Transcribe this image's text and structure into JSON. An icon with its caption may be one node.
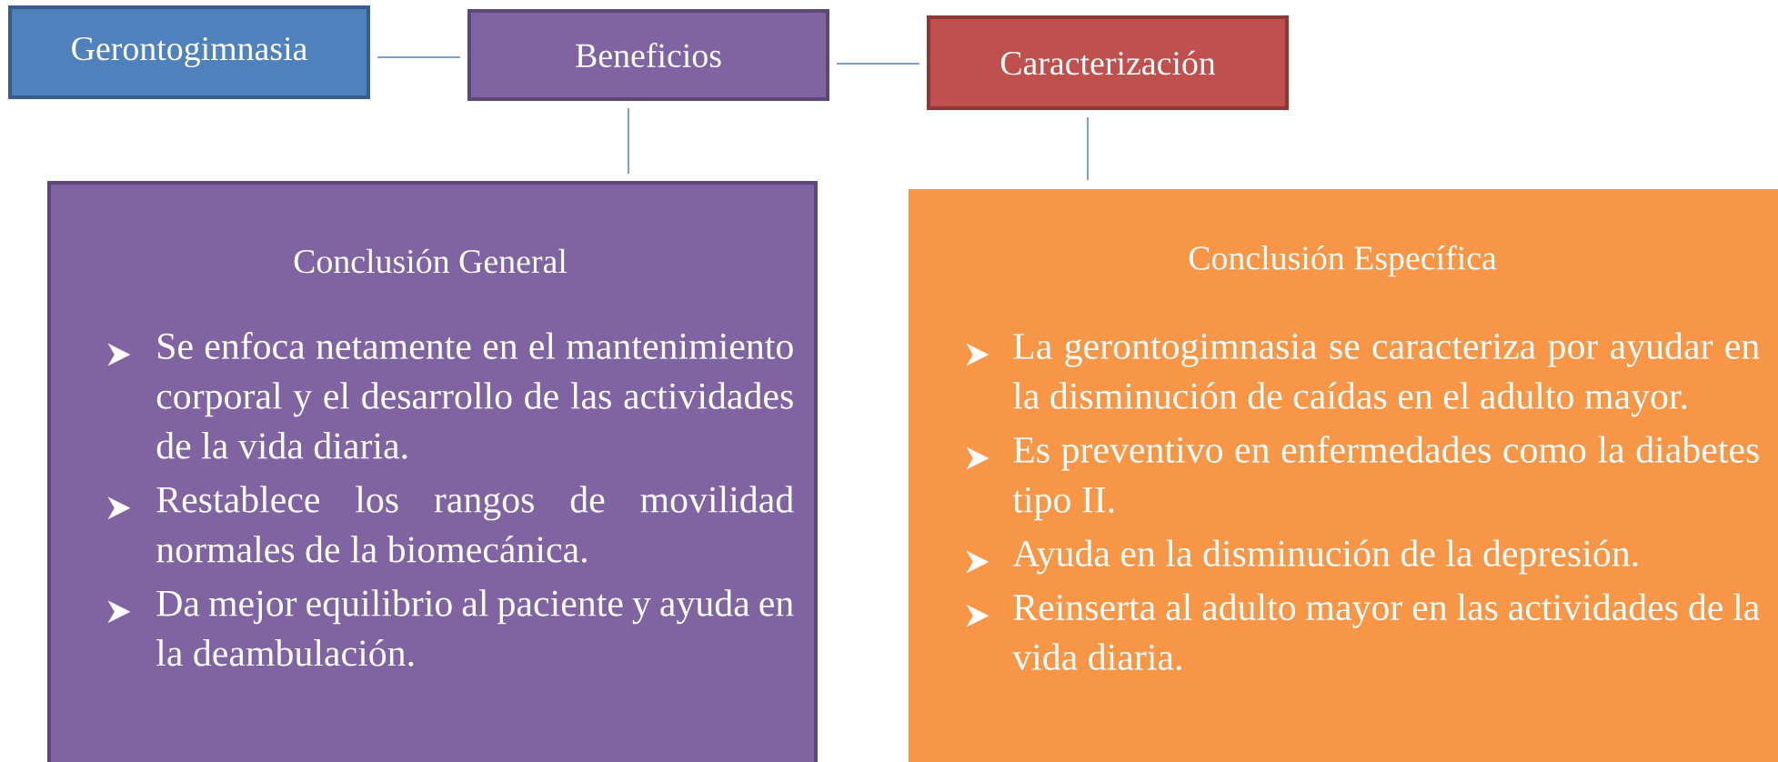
{
  "diagram": {
    "nodes": [
      {
        "text": [
          "Gerontogimnasia"
        ]
      },
      {
        "text": [
          "Beneficios"
        ]
      },
      {
        "text": [
          "Caracterización"
        ]
      },
      {
        "text": [
          "Conclusión General",
          "Se enfoca netamente en el mantenimiento corporal y el desarrollo de las actividades de la vida diaria.",
          "Restablece los rangos de movilidad normales de la biomecánica.",
          "Da mejor equilibrio al paciente y ayuda en la deambulación."
        ]
      },
      {
        "text": [
          "Conclusión Específica",
          "La gerontogimnasia se caracteriza por ayudar en la disminución de caídas en el adulto mayor.",
          "Es preventivo en enfermedades como la diabetes tipo II.",
          "Ayuda en la disminución de la depresión.",
          "Reinserta al adulto mayor en las actividades de la vida diaria."
        ]
      }
    ],
    "edges": [
      {
        "from": 0,
        "to": 1,
        "arrow": "none"
      },
      {
        "from": 1,
        "to": 2,
        "arrow": "none"
      },
      {
        "from": 1,
        "to": 3,
        "arrow": "none"
      },
      {
        "from": 2,
        "to": 4,
        "arrow": "none"
      }
    ]
  }
}
